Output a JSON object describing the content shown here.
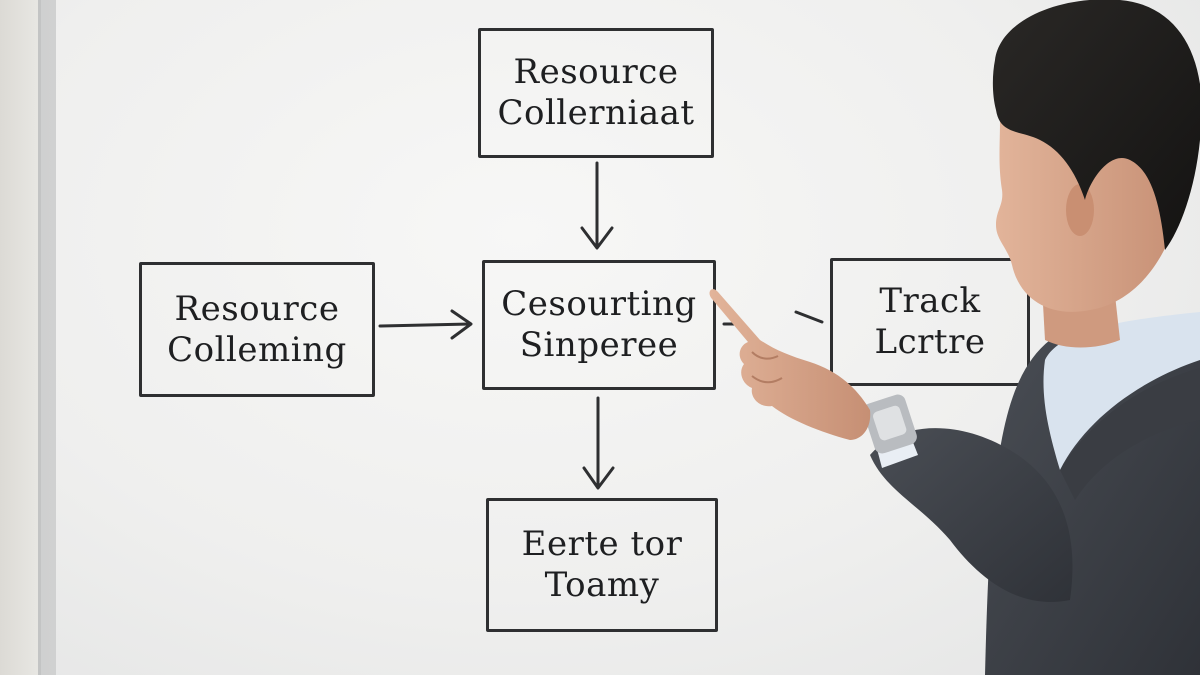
{
  "diagram": {
    "top_box": {
      "line1": "Resource",
      "line2": "Collerniaat"
    },
    "left_box": {
      "line1": "Resource",
      "line2": "Colleming"
    },
    "center_box": {
      "line1": "Cesourting",
      "line2": "Sinperee"
    },
    "right_box": {
      "line1": "Track",
      "line2": "Lcrtre"
    },
    "bottom_box": {
      "line1": "Eerte tor",
      "line2": "Toamy"
    }
  },
  "colors": {
    "marker": "#2e2f31",
    "board": "#efefee",
    "jacket": "#3d4147",
    "shirt": "#d9e3ee",
    "skin": "#d8a78c",
    "hair": "#1c1b1a"
  }
}
